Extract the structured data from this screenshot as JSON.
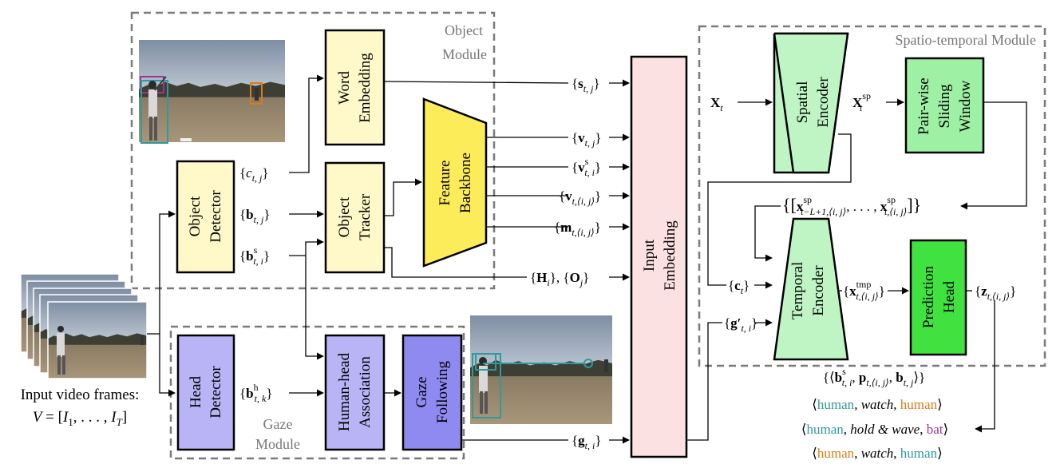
{
  "modules": {
    "object": {
      "line1": "Object",
      "line2": "Module"
    },
    "gaze": {
      "line1": "Gaze",
      "line2": "Module"
    },
    "spatiotemporal": "Spatio-temporal Module"
  },
  "blocks": {
    "word_embedding": [
      "Word",
      "Embedding"
    ],
    "object_detector": [
      "Object",
      "Detector"
    ],
    "object_tracker": [
      "Object",
      "Tracker"
    ],
    "feature_backbone": [
      "Feature",
      "Backbone"
    ],
    "head_detector": [
      "Head",
      "Detector"
    ],
    "human_head_association": [
      "Human-head",
      "Association"
    ],
    "gaze_following": [
      "Gaze",
      "Following"
    ],
    "input_embedding": [
      "Input",
      "Embedding"
    ],
    "spatial_encoder": [
      "Spatial",
      "Encoder"
    ],
    "pairwise_sliding_window": [
      "Pair-wise",
      "Sliding",
      "Window"
    ],
    "temporal_encoder": [
      "Temporal",
      "Encoder"
    ],
    "prediction_head": [
      "Prediction",
      "Head"
    ]
  },
  "variables": {
    "c_tj": {
      "brace_open": "{",
      "base": "c",
      "sub": "t, j",
      "brace_close": "}"
    },
    "b_tj": {
      "brace_open": "{",
      "base": "b",
      "sub": "t, j",
      "brace_close": "}"
    },
    "bs_ti": {
      "brace_open": "{",
      "base": "b",
      "sup": "s",
      "sub": "t, i",
      "brace_close": "}"
    },
    "bh_tk": {
      "brace_open": "{",
      "base": "b",
      "sup": "h",
      "sub": "t, k",
      "brace_close": "}"
    },
    "s_tj": {
      "brace_open": "{",
      "base": "s",
      "sub": "t, j",
      "brace_close": "}"
    },
    "v_tj": {
      "brace_open": "{",
      "base": "v",
      "sub": "t, j",
      "brace_close": "}"
    },
    "vs_ti": {
      "brace_open": "{",
      "base": "v",
      "sup": "s",
      "sub": "t, i",
      "brace_close": "}"
    },
    "v_tij": {
      "brace_open": "{",
      "base": "v",
      "sub": "t,⟨i, j⟩",
      "brace_close": "}"
    },
    "m_tij": {
      "brace_open": "{",
      "base": "m",
      "sub": "t,⟨i, j⟩",
      "brace_close": "}"
    },
    "H_O": {
      "text1": "{",
      "H": "H",
      "sub1": "i",
      "mid": "}, {",
      "O": "O",
      "sub2": "j",
      "text2": "}"
    },
    "g_ti": {
      "brace_open": "{",
      "base": "g",
      "sub": "t, i",
      "brace_close": "}"
    },
    "X_t": {
      "base": "X",
      "sub": "t"
    },
    "Xsp_t": {
      "base": "X",
      "sup": "sp",
      "sub": "t"
    },
    "window_set": {
      "open": "{[",
      "x1": "x",
      "sup1": "sp",
      "sub1": "t−L+1,⟨i, j⟩",
      "dots": ", . . . , ",
      "x2": "x",
      "sup2": "sp",
      "sub2": "t,⟨i, j⟩",
      "close": "]}"
    },
    "c_t": {
      "brace_open": "{",
      "base": "c",
      "sub": "t",
      "brace_close": "}"
    },
    "gprime_ti": {
      "brace_open": "{",
      "base": "g′",
      "sub": "t, i",
      "brace_close": "}"
    },
    "xtmp_tij": {
      "brace_open": "{",
      "base": "x",
      "sup": "tmp",
      "sub": "t,⟨i, j⟩",
      "brace_close": "}"
    },
    "z_tij": {
      "brace_open": "{",
      "base": "z",
      "sub": "t,⟨i, j⟩",
      "brace_close": "}"
    }
  },
  "output": {
    "tuple": {
      "open": "{⟨",
      "b": "b",
      "bsup": "s",
      "bsub": "t, i",
      "c1": ", ",
      "p": "p",
      "psub": "t,⟨i, j⟩",
      "c2": ", ",
      "b2": "b",
      "b2sub": "t, j",
      "close": "⟩}"
    },
    "triplets": [
      {
        "open": "⟨",
        "subject": "human",
        "sep1": ", ",
        "predicate": "watch",
        "sep2": ", ",
        "object": "human",
        "close": "⟩",
        "subject_color": "#2e9a9a",
        "object_color": "#d97c1a"
      },
      {
        "open": "⟨",
        "subject": "human",
        "sep1": ", ",
        "predicate": "hold & wave",
        "sep2": ", ",
        "object": "bat",
        "close": "⟩",
        "subject_color": "#2e9a9a",
        "object_color": "#9b3594"
      },
      {
        "open": "⟨",
        "subject": "human",
        "sep1": ", ",
        "predicate": "watch",
        "sep2": ", ",
        "object": "human",
        "close": "⟩",
        "subject_color": "#d97c1a",
        "object_color": "#2e9a9a"
      }
    ]
  },
  "input_caption": {
    "line1": "Input video frames:",
    "V": "V",
    "eq": " = [",
    "I1": "I",
    "s1": "1",
    "mid": ", . . . , ",
    "IT": "I",
    "sT": "T",
    "close": "]"
  },
  "colors": {
    "object_blocks": "#fff8c8",
    "backbone": "#fcec5a",
    "gaze_blocks": "#b8b4f5",
    "gaze_following": "#8f8af0",
    "input_embedding": "#fbe1e1",
    "spatial_temporal_blocks": "#bff5c4",
    "pairwise_window": "#9ef0a4",
    "prediction_head": "#3fe23f",
    "bbox_purple": "#9b3594",
    "bbox_teal": "#2e9a9a",
    "bbox_orange": "#d97c1a"
  }
}
